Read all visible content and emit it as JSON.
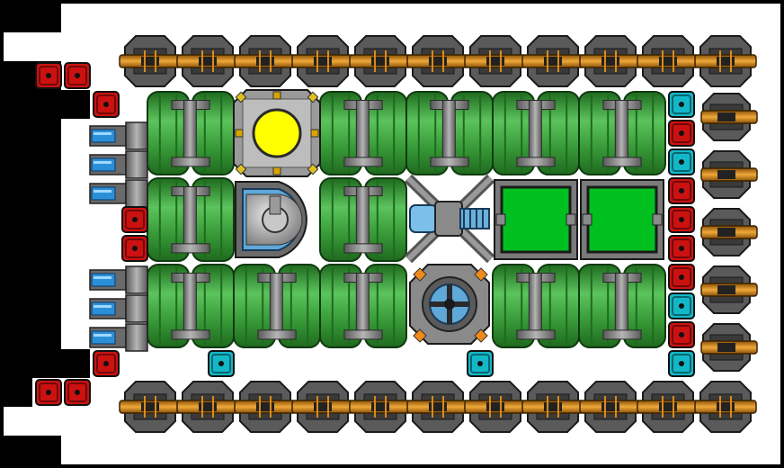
{
  "colors": {
    "background": "#000000",
    "hull": "#ffffff",
    "tank_green": "#3fa83f",
    "tank_green_dark": "#2a7a2a",
    "pipe_gray": "#8c8c8c",
    "metal_dark": "#3c3c3c",
    "cannon_orange": "#d98a1a",
    "red_block": "#cc1111",
    "cyan_block": "#12b8c8",
    "reactor_yellow": "#ffff00",
    "cargo_green": "#00c020",
    "thruster_blue": "#2a8fd8"
  },
  "icons": {
    "cannon": "turret-cannon-icon",
    "tank": "green-tank-module-icon",
    "red_block": "red-armor-block-icon",
    "cyan_block": "cyan-shield-block-icon",
    "reactor": "yellow-reactor-core-icon",
    "gyro": "gyroscope-dome-icon",
    "laser": "laser-cannon-icon",
    "cargo": "green-cargo-hold-icon",
    "shield_gen": "shield-generator-icon",
    "thruster": "blue-thruster-icon"
  },
  "ship": {
    "top_cannon_count": 11,
    "bottom_cannon_count": 11,
    "side_cannon_count": 5,
    "thruster_count": 6
  }
}
